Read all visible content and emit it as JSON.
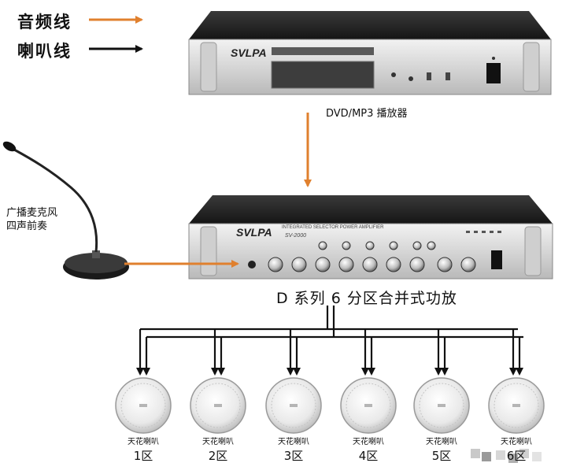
{
  "legend": {
    "audio_line": {
      "label": "音频线",
      "color": "#e0802e"
    },
    "speaker_line": {
      "label": "喇叭线",
      "color": "#111111"
    }
  },
  "dvd_player": {
    "brand": "SVLPA",
    "label": "DVD/MP3 播放器"
  },
  "microphone": {
    "label_line1": "广播麦克风",
    "label_line2": "四声前奏"
  },
  "amplifier": {
    "brand": "SVLPA",
    "model": "SV-2000",
    "panel_text": "INTEGRATED SELECTOR POWER AMPLIFIER",
    "title": "D 系列 6 分区合并式功放"
  },
  "speakers": [
    {
      "caption": "天花喇叭",
      "zone": "1区"
    },
    {
      "caption": "天花喇叭",
      "zone": "2区"
    },
    {
      "caption": "天花喇叭",
      "zone": "3区"
    },
    {
      "caption": "天花喇叭",
      "zone": "4区"
    },
    {
      "caption": "天花喇叭",
      "zone": "5区"
    },
    {
      "caption": "天花喇叭",
      "zone": "6区"
    }
  ]
}
